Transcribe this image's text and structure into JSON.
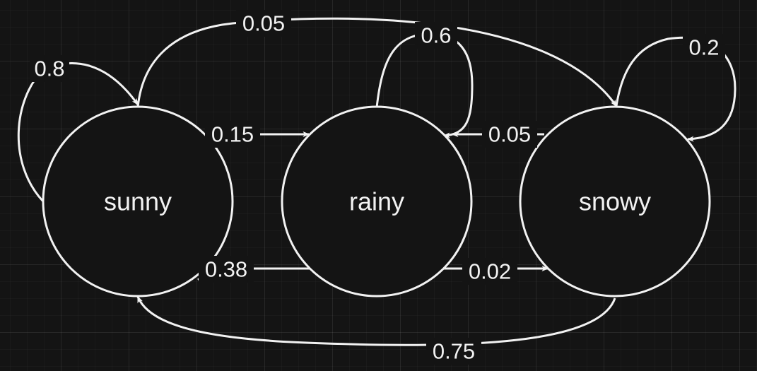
{
  "diagram": {
    "nodes": {
      "sunny": "sunny",
      "rainy": "rainy",
      "snowy": "snowy"
    },
    "edges": {
      "sunny_sunny": "0.8",
      "sunny_snowy": "0.05",
      "rainy_rainy": "0.6",
      "snowy_snowy": "0.2",
      "sunny_rainy": "0.15",
      "snowy_rainy": "0.05",
      "rainy_sunny": "0.38",
      "rainy_snowy": "0.02",
      "snowy_sunny": "0.75"
    },
    "colors": {
      "background": "#141414",
      "stroke": "#f2f2f2",
      "grid": "#2a2a2a"
    }
  }
}
